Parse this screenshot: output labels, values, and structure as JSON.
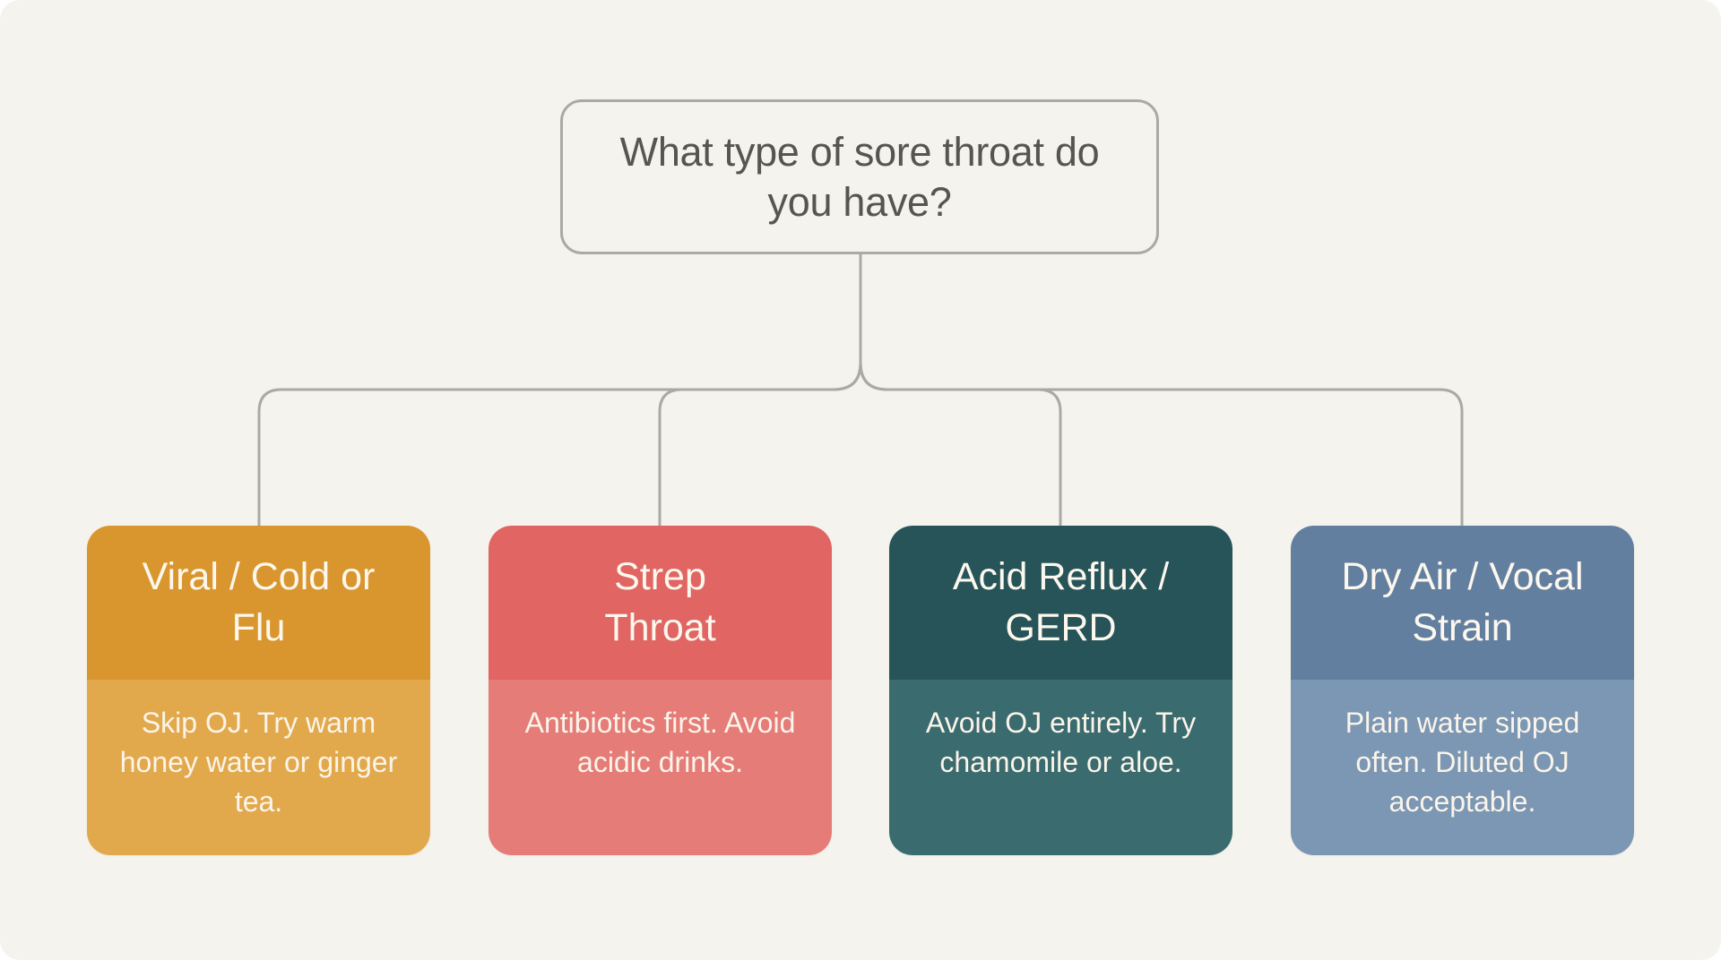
{
  "root": {
    "question": "What type of sore throat do you have?"
  },
  "options": [
    {
      "title": "Viral / Cold or Flu",
      "advice": "Skip OJ. Try warm honey water or ginger tea.",
      "header_color": "#d9962e",
      "body_color": "#e2a94c"
    },
    {
      "title": "Strep Throat",
      "advice": "Antibiotics first. Avoid acidic drinks.",
      "header_color": "#e06563",
      "body_color": "#e57c78"
    },
    {
      "title": "Acid Reflux / GERD",
      "advice": "Avoid OJ entirely. Try chamomile or aloe.",
      "header_color": "#265459",
      "body_color": "#3a6b6e"
    },
    {
      "title": "Dry Air / Vocal Strain",
      "advice": "Plain water sipped often. Diluted OJ acceptable.",
      "header_color": "#637f9f",
      "body_color": "#7b97b3"
    }
  ],
  "colors": {
    "background": "#f5f3ee",
    "connector": "#a9a9a5",
    "question_text": "#555551"
  }
}
